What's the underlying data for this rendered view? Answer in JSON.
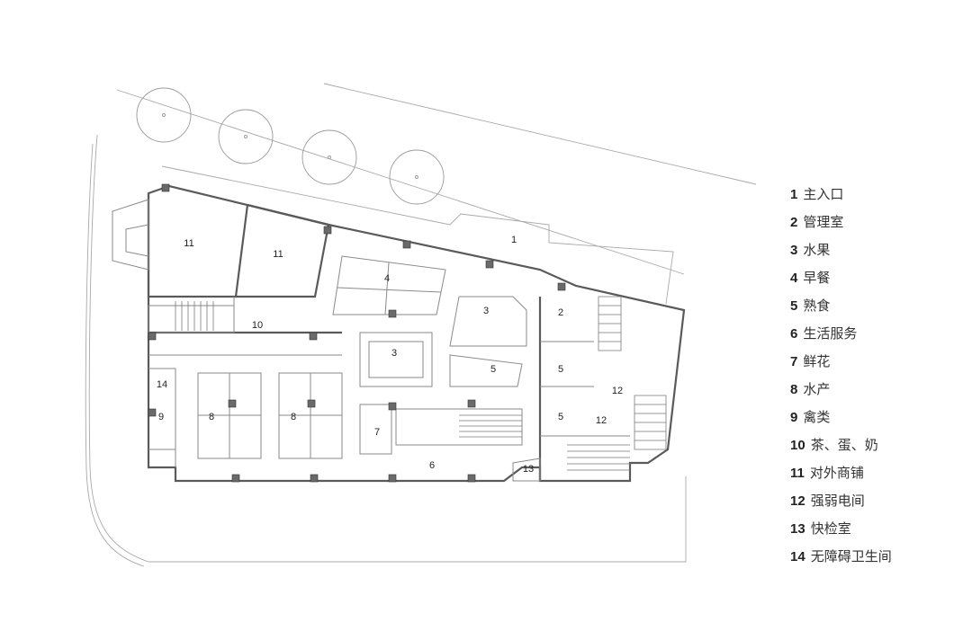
{
  "rooms": [
    {
      "number": "1",
      "label": "主入口"
    },
    {
      "number": "2",
      "label": "管理室"
    },
    {
      "number": "3",
      "label": "水果"
    },
    {
      "number": "4",
      "label": "早餐"
    },
    {
      "number": "5",
      "label": "熟食"
    },
    {
      "number": "6",
      "label": "生活服务"
    },
    {
      "number": "7",
      "label": "鲜花"
    },
    {
      "number": "8",
      "label": "水产"
    },
    {
      "number": "9",
      "label": "禽类"
    },
    {
      "number": "10",
      "label": "茶、蛋、奶"
    },
    {
      "number": "11",
      "label": "对外商铺"
    },
    {
      "number": "12",
      "label": "强弱电间"
    },
    {
      "number": "13",
      "label": "快检室"
    },
    {
      "number": "14",
      "label": "无障碍卫生间"
    }
  ],
  "plan_numbers": {
    "main_entrance": "1",
    "management": "2",
    "fruit_a": "3",
    "fruit_b": "3",
    "breakfast": "4",
    "deli_a": "5",
    "deli_b": "5",
    "deli_c": "5",
    "services": "6",
    "flowers": "7",
    "seafood_a": "8",
    "seafood_b": "8",
    "poultry": "9",
    "tea_egg_milk": "10",
    "shop_a": "11",
    "shop_b": "11",
    "electrical_a": "12",
    "electrical_b": "12",
    "quick_test": "13",
    "accessible_wc": "14"
  }
}
